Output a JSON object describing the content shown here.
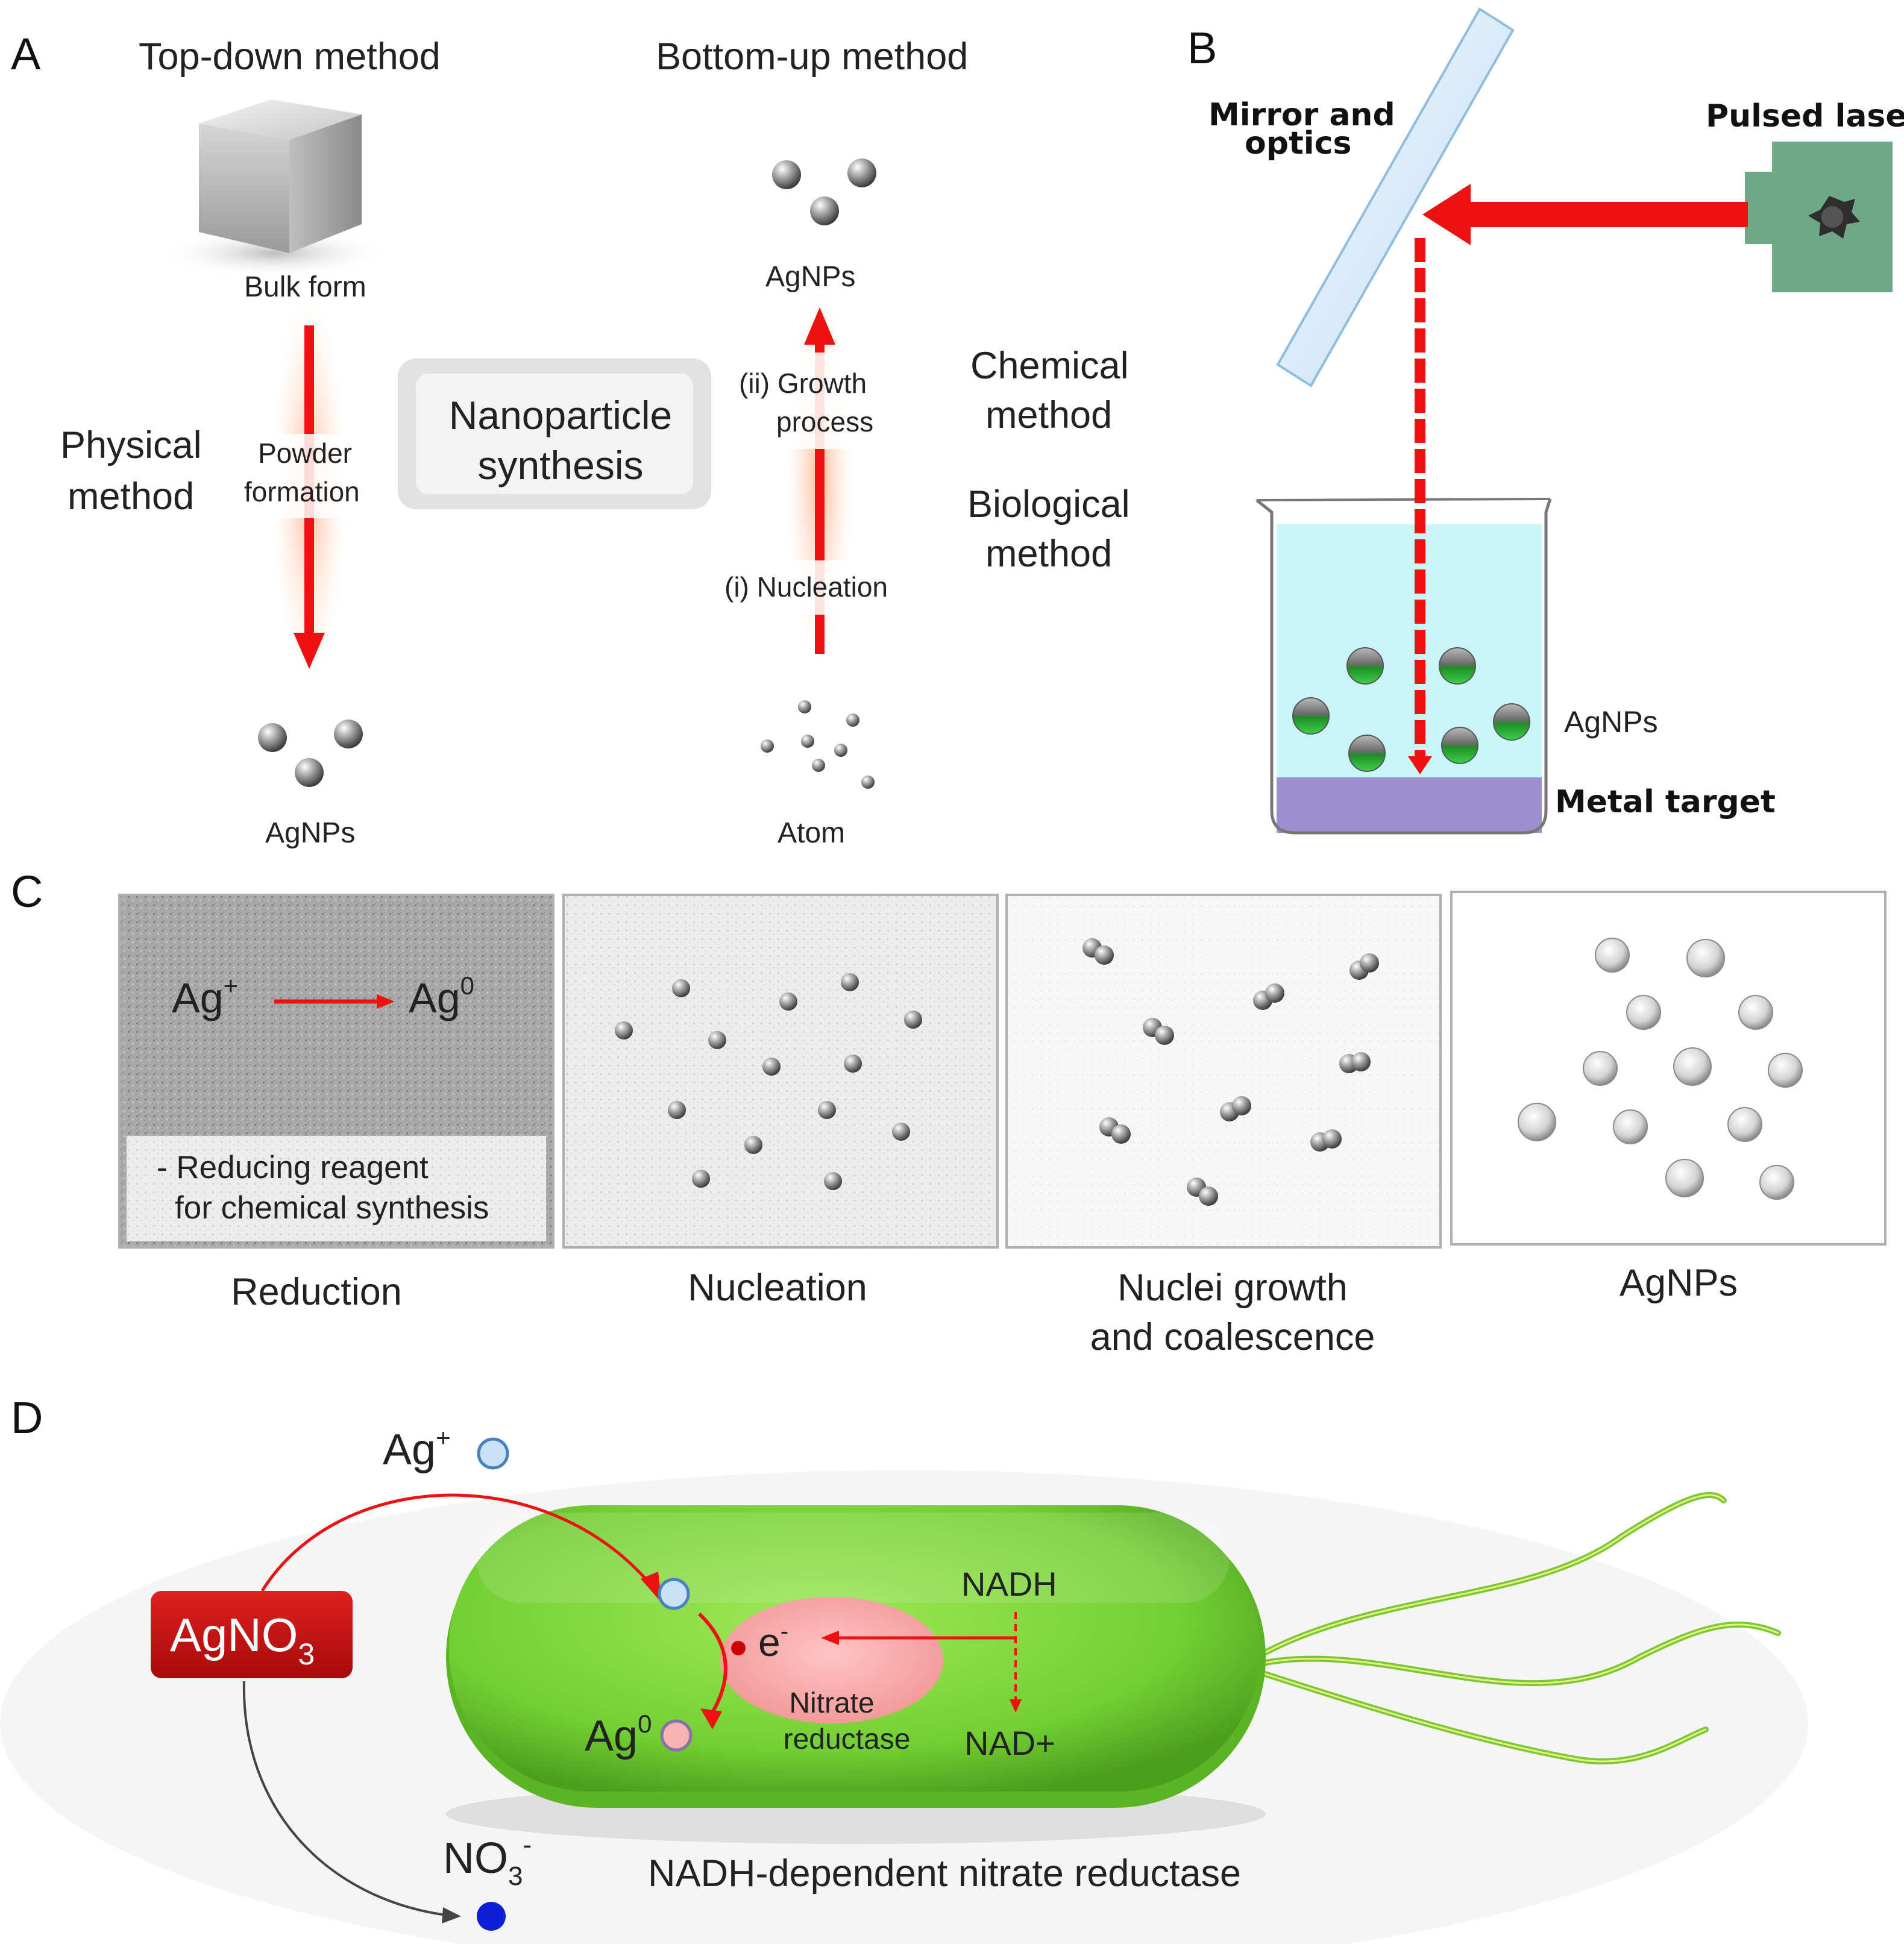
{
  "panels": {
    "a": "A",
    "b": "B",
    "c": "C",
    "d": "D"
  },
  "panel_a": {
    "top_down": "Top-down  method",
    "bottom_up": "Bottom-up method",
    "bulk_form": "Bulk  form",
    "powder_1": "Powder",
    "powder_2": "formation",
    "physical_1": "Physical",
    "physical_2": "method",
    "synthesis_1": "Nanoparticle",
    "synthesis_2": "synthesis",
    "agnps_bottom": "AgNPs",
    "agnps_top": "AgNPs",
    "growth_1": "(ii) Growth",
    "growth_2": "process",
    "nucleation": "(i) Nucleation",
    "atom": "Atom",
    "chemical_1": "Chemical",
    "chemical_2": "method",
    "biological_1": "Biological",
    "biological_2": "method"
  },
  "panel_b": {
    "mirror_1": "Mirror and",
    "mirror_2": "optics",
    "laser": "Pulsed laser",
    "agnps": "AgNPs",
    "target": "Metal target"
  },
  "panel_c": {
    "ag_plus_base": "Ag",
    "ag_plus_sup": "+",
    "ag_zero_base": "Ag",
    "ag_zero_sup": "0",
    "reagent_1": "- Reducing reagent",
    "reagent_2": "for chemical synthesis",
    "step1": "Reduction",
    "step2": "Nucleation",
    "step3_1": "Nuclei growth",
    "step3_2": "and coalescence",
    "step4": "AgNPs"
  },
  "panel_d": {
    "ag_plus_base": "Ag",
    "ag_plus_sup": "+",
    "agno3_base": "AgNO",
    "agno3_sub": "3",
    "electron_base": "e",
    "electron_sup": "-",
    "enzyme_1": "Nitrate",
    "enzyme_2": "reductase",
    "nadh": "NADH",
    "nad": "NAD+",
    "ag_zero_base": "Ag",
    "ag_zero_sup": "0",
    "no3_base": "NO",
    "no3_sub": "3",
    "no3_sup": "-",
    "caption": "NADH-dependent  nitrate reductase"
  },
  "colors": {
    "arrow_red": "#ee1111",
    "bacterium_green": "#7ed63f",
    "agno3_box": "#c40f0f",
    "beaker_liquid": "#c8f6f8",
    "metal_target": "#9d8fd0",
    "laser_box": "#6fa886",
    "mirror": "#d9ecfb",
    "no3_dot": "#0a1fd6"
  },
  "icons": [
    "metal-cube-icon",
    "silver-sphere-icon",
    "atom-dot-icon",
    "laser-aperture-icon",
    "beaker-icon",
    "bacterium-icon",
    "flagella-icon"
  ]
}
